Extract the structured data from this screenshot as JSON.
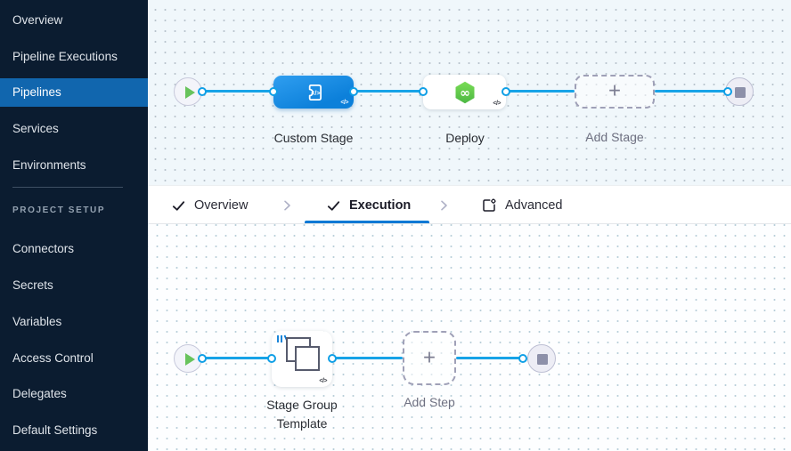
{
  "colors": {
    "accent_blue": "#0278d5",
    "connector_line": "#17a3e7",
    "sidebar_bg": "#0b1c30",
    "sidebar_active_bg": "#1166ae",
    "custom_stage_node": "#0c80da",
    "deploy_green": "#5ccb4b",
    "canvas_top_bg": "#f0f7fb",
    "canvas_bottom_bg": "#fdfeff"
  },
  "sidebar": {
    "items": [
      {
        "label": "Overview",
        "active": false
      },
      {
        "label": "Pipeline Executions",
        "active": false
      },
      {
        "label": "Pipelines",
        "active": true
      },
      {
        "label": "Services",
        "active": false
      },
      {
        "label": "Environments",
        "active": false
      }
    ],
    "section_label": "PROJECT SETUP",
    "setup_items": [
      {
        "label": "Connectors"
      },
      {
        "label": "Secrets"
      },
      {
        "label": "Variables"
      },
      {
        "label": "Access Control"
      },
      {
        "label": "Delegates"
      },
      {
        "label": "Default Settings"
      }
    ]
  },
  "stage_canvas": {
    "stages": [
      {
        "label": "Custom Stage",
        "type": "custom"
      },
      {
        "label": "Deploy",
        "type": "cd"
      }
    ],
    "add_stage_label": "Add Stage"
  },
  "tab_bar": {
    "tabs": [
      {
        "label": "Overview",
        "state": "completed"
      },
      {
        "label": "Execution",
        "state": "active"
      },
      {
        "label": "Advanced",
        "state": "default"
      }
    ]
  },
  "execution_canvas": {
    "node_label_line1": "Stage Group",
    "node_label_line2": "Template",
    "add_step_label": "Add Step"
  },
  "icons": {
    "code_badge": "</>",
    "plus": "+",
    "infinity": "∞"
  }
}
